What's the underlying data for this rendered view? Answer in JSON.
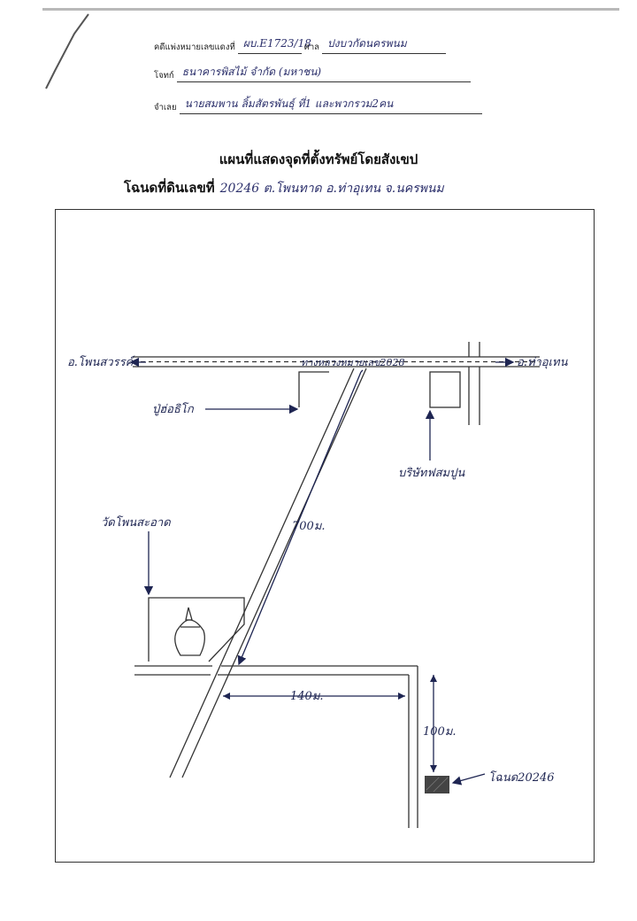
{
  "header": {
    "case_label": "คดีแพ่งหมายเลขแดงที่",
    "case_value": "ผบ.E1723/18",
    "court_label": "ศาล",
    "court_value": "ปงบวกัดนครพนม",
    "plaintiff_label": "โจทก์",
    "plaintiff_value": "ธนาคารพิสไม้ จำกัด (มหาชน)",
    "defendant_label": "จำเลย",
    "defendant_value": "นายสมพาน ลิ้มสัตรพันธุ์ ที่1 และพวกรวม2คน"
  },
  "title": "แผนที่แสดงจุดที่ตั้งทรัพย์โดยสังเขป",
  "subtitle_label": "โฉนดที่ดินเลขที่",
  "subtitle_value": "20246 ต.โพนทาด อ.ท่าอุเทน จ.นครพนม",
  "map": {
    "left_town": "อ.โพนสวรรค์",
    "right_town": "อ.ท่าอุเทน",
    "highway": "ทางหลวงหมายเลข2028",
    "shop_label": "ปู่ฮ่อธิโก",
    "store_label": "บริษัทฟสมปูน",
    "temple_label": "วัดโพนสะอาด",
    "dist_700": "700ม.",
    "dist_140": "140ม.",
    "dist_100": "100ม.",
    "plot_label": "โฉนด20246"
  },
  "colors": {
    "ink": "#1e2552",
    "line": "#333333",
    "plot_fill": "#444444"
  }
}
